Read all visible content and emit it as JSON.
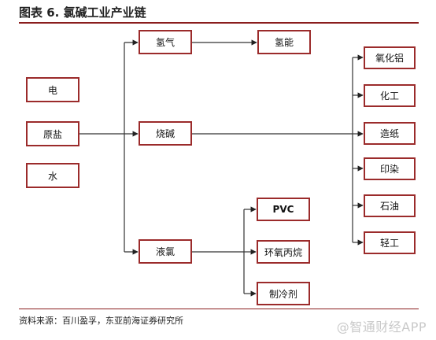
{
  "header": {
    "title": "图表 6.   氯碱工业产业链"
  },
  "diagram": {
    "nodes": {
      "electricity": "电",
      "raw_salt": "原盐",
      "water": "水",
      "hydrogen": "氢气",
      "hydrogen_energy": "氢能",
      "caustic_soda": "烧碱",
      "liquid_chlorine": "液氯",
      "alumina": "氧化铝",
      "chemical": "化工",
      "paper": "造纸",
      "dyeing": "印染",
      "petroleum": "石油",
      "light_industry": "轻工",
      "pvc": "PVC",
      "epoxy_propane": "环氧丙烷",
      "refrigerant": "制冷剂"
    }
  },
  "footer": {
    "source": "资料来源：百川盈孚，东亚前海证券研究所",
    "watermark": "@智通财经APP"
  }
}
